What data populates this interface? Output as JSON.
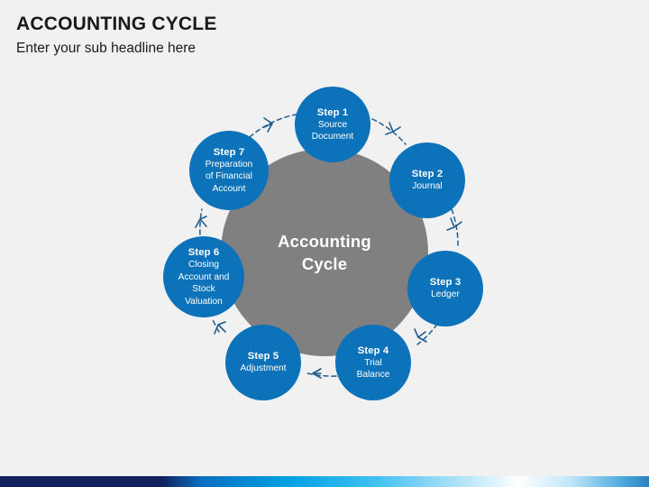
{
  "slide": {
    "background_color": "#f1f1f1",
    "title": "ACCOUNTING CYCLE",
    "subtitle": "Enter your sub headline here"
  },
  "diagram": {
    "type": "cycle-diagram",
    "hub": {
      "label_line1": "Accounting",
      "label_line2": "Cycle",
      "color": "#808080"
    },
    "step_color": "#0c72ba",
    "arrow_color": "#1f5c8f",
    "arrow_style": "dashed",
    "steps": [
      {
        "title": "Step 1",
        "desc_line1": "Source",
        "desc_line2": "Document",
        "desc_line3": "",
        "desc_line4": ""
      },
      {
        "title": "Step 2",
        "desc_line1": "Journal",
        "desc_line2": "",
        "desc_line3": "",
        "desc_line4": ""
      },
      {
        "title": "Step 3",
        "desc_line1": "Ledger",
        "desc_line2": "",
        "desc_line3": "",
        "desc_line4": ""
      },
      {
        "title": "Step 4",
        "desc_line1": "Trial",
        "desc_line2": "Balance",
        "desc_line3": "",
        "desc_line4": ""
      },
      {
        "title": "Step 5",
        "desc_line1": "Adjustment",
        "desc_line2": "",
        "desc_line3": "",
        "desc_line4": ""
      },
      {
        "title": "Step 6",
        "desc_line1": "Closing",
        "desc_line2": "Account and",
        "desc_line3": "Stock",
        "desc_line4": "Valuation"
      },
      {
        "title": "Step 7",
        "desc_line1": "Preparation",
        "desc_line2": "of Financial",
        "desc_line3": "Account",
        "desc_line4": ""
      }
    ]
  },
  "footer": {
    "type": "gradient-bar",
    "colors": [
      "#10215e",
      "#0b6fc0",
      "#009fe3",
      "#41c1ef",
      "#a9e1f7",
      "#ffffff",
      "#4ba9de"
    ]
  }
}
